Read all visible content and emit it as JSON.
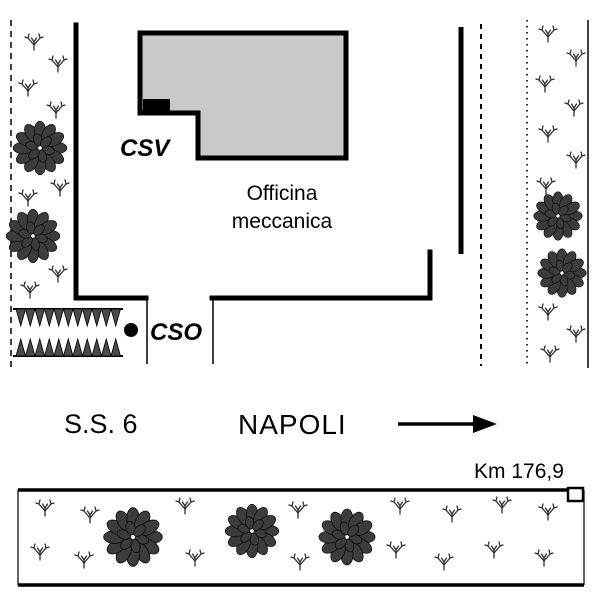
{
  "diagram": {
    "type": "road-site-plan-sketch",
    "building": {
      "name_line1": "Officina",
      "name_line2": "meccanica"
    },
    "markers": {
      "csv_label": "CSV",
      "cso_label": "CSO"
    },
    "road": {
      "name": "S.S. 6",
      "destination": "NAPOLI",
      "km_label": "Km 176,9"
    },
    "colors": {
      "building_fill": "#c9c9c9",
      "line": "#000000",
      "vegetation_dark": "#3c3c3c",
      "hedge_fill": "#4a4a4a"
    },
    "icons": {
      "grass": "grass-tuft-icon",
      "bush": "bush-icon",
      "arrow": "right-arrow-icon",
      "km_stone": "kilometer-stone-marker"
    }
  }
}
